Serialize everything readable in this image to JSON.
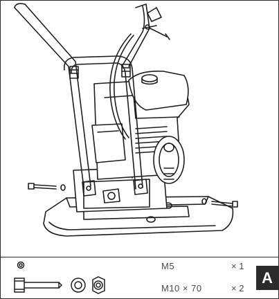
{
  "parts": [
    {
      "label": "M5",
      "quantity": "× 1"
    },
    {
      "label": "M10 × 70",
      "quantity": "× 2"
    }
  ],
  "step": {
    "letter": "A"
  },
  "colors": {
    "line": "#2a2a2a",
    "badge": "#2b2b2b",
    "text": "#4a4a4a"
  },
  "icons": [
    "plate-compactor-illustration",
    "m5-nut-icon",
    "m10-bolt-icon",
    "washer-icon",
    "lock-nut-icon"
  ]
}
